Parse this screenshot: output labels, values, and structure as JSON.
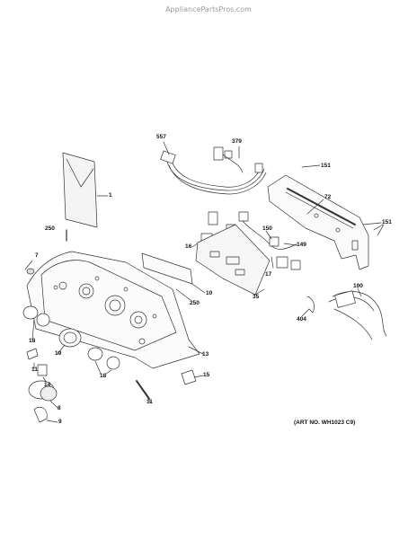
{
  "header": {
    "site": "AppliancePartsPros.com"
  },
  "callouts": {
    "c1": "1",
    "c557": "557",
    "c379": "379",
    "c151a": "151",
    "c72": "72",
    "c151b": "151",
    "c250a": "250",
    "c7": "7",
    "c16": "16",
    "c150": "150",
    "c149": "149",
    "c17": "17",
    "c10": "10",
    "c250b": "250",
    "c35": "35",
    "c100": "100",
    "c404": "404",
    "c18a": "18",
    "c19": "19",
    "c11a": "11",
    "c13": "13",
    "c14": "14",
    "c18b": "18",
    "c15": "15",
    "c11b": "11",
    "c8": "8",
    "c9": "9"
  },
  "footer": {
    "art_ref": "(ART NO. WH1023 C9)"
  }
}
